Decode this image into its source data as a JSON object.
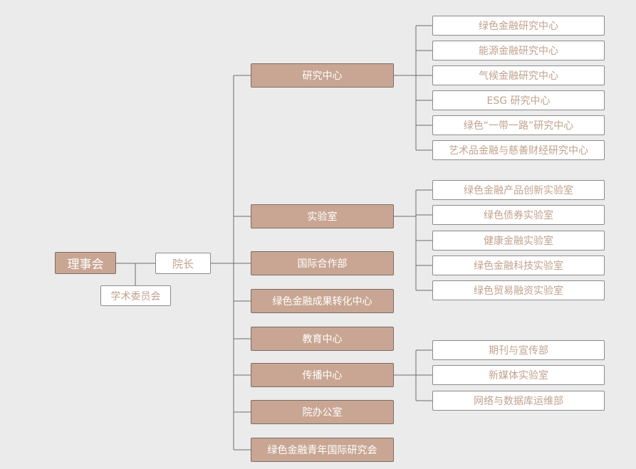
{
  "colors": {
    "background": "#ebebeb",
    "dark_box_fill": "#c9a693",
    "light_box_fill": "#ffffff",
    "light_box_text": "#c1a28e",
    "connector": "#6e6e6e"
  },
  "org": {
    "root": "理事会",
    "president": "院长",
    "academic_committee": "学术委员会",
    "departments": [
      {
        "label": "研究中心",
        "children": [
          "绿色金融研究中心",
          "能源金融研究中心",
          "气候金融研究中心",
          "ESG 研究中心",
          "绿色“一带一路”研究中心",
          "艺术品金融与慈善财经研究中心"
        ]
      },
      {
        "label": "实验室",
        "children": [
          "绿色金融产品创新实验室",
          "绿色债券实验室",
          "健康金融实验室",
          "绿色金融科技实验室",
          "绿色贸易融资实验室"
        ]
      },
      {
        "label": "国际合作部",
        "children": []
      },
      {
        "label": "绿色金融成果转化中心",
        "children": []
      },
      {
        "label": "教育中心",
        "children": []
      },
      {
        "label": "传播中心",
        "children": [
          "期刊与宣传部",
          "新媒体实验室",
          "网络与数据库运维部"
        ]
      },
      {
        "label": "院办公室",
        "children": []
      },
      {
        "label": "绿色金融青年国际研究会",
        "children": []
      }
    ]
  }
}
